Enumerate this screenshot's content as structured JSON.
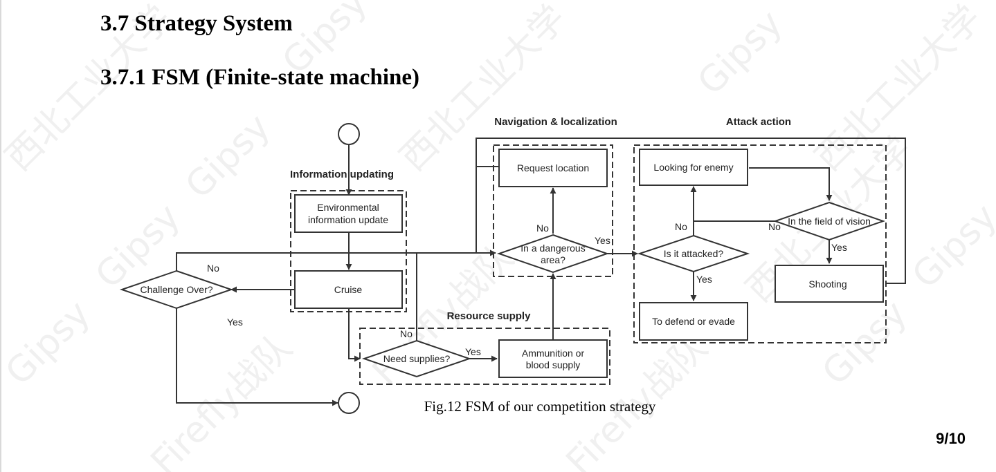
{
  "document": {
    "section_heading": "3.7 Strategy System",
    "subsection_heading": "3.7.1 FSM (Finite-state machine)",
    "figure_caption": "Fig.12 FSM of our competition strategy",
    "page_number": "9/10"
  },
  "watermark": {
    "texts": [
      "西北工业大学",
      "Gipsy",
      "Firefly战队"
    ],
    "color": "#e4e4e4"
  },
  "diagram": {
    "groups": {
      "info_updating": "Information updating",
      "navigation": "Navigation & localization",
      "attack": "Attack action",
      "resource": "Resource supply"
    },
    "nodes": {
      "env_update_line1": "Environmental",
      "env_update_line2": "information update",
      "cruise": "Cruise",
      "challenge_over": "Challenge Over?",
      "request_location": "Request location",
      "dangerous_line1": "In a dangerous",
      "dangerous_line2": "area?",
      "need_supplies": "Need supplies?",
      "ammo_line1": "Ammunition or",
      "ammo_line2": "blood supply",
      "looking_enemy": "Looking for enemy",
      "field_of_vision": "In the field of vision",
      "attacked": "Is it attacked?",
      "shooting": "Shooting",
      "defend": "To defend or evade"
    },
    "edge_labels": {
      "challenge_no": "No",
      "challenge_yes": "Yes",
      "dangerous_no": "No",
      "dangerous_yes": "Yes",
      "supplies_no": "No",
      "supplies_yes": "Yes",
      "attacked_no": "No",
      "attacked_yes": "Yes",
      "vision_no": "No",
      "vision_yes": "Yes"
    }
  }
}
